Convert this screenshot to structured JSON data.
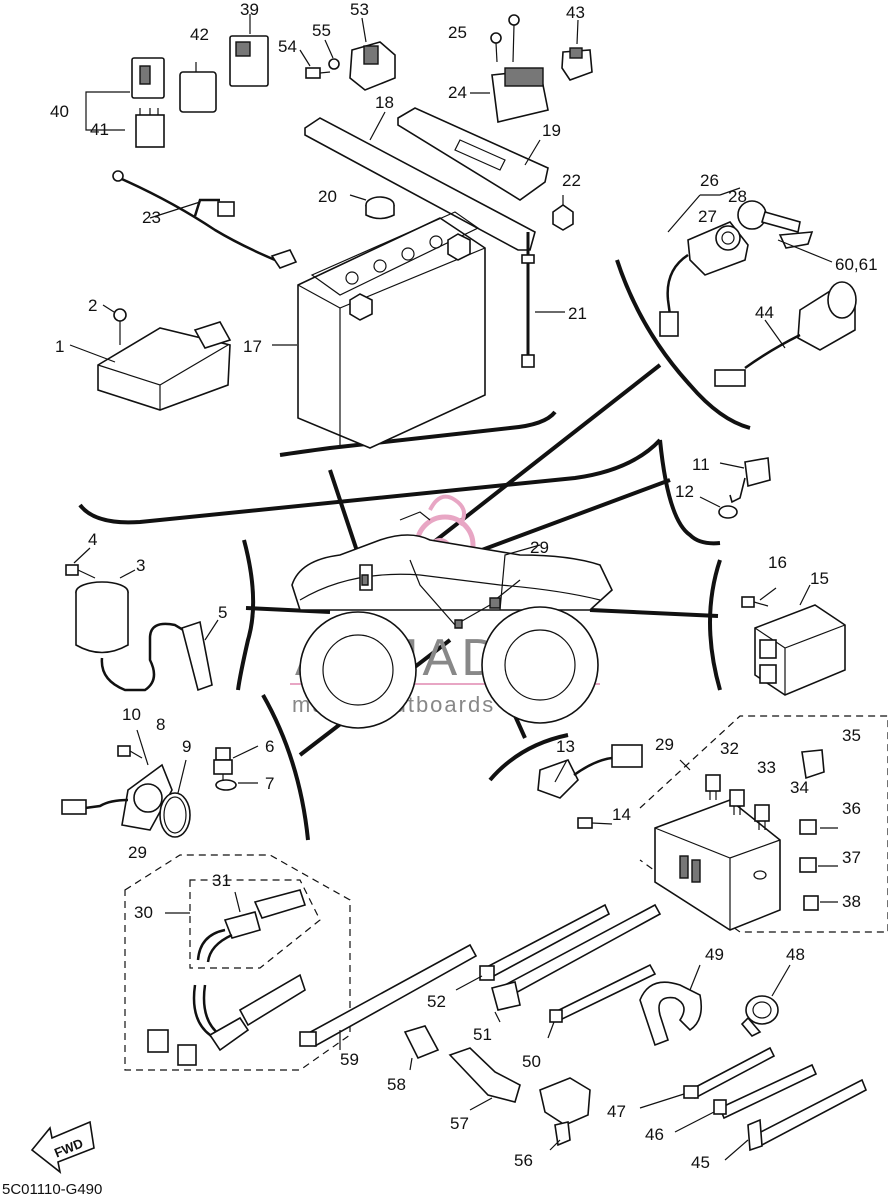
{
  "diagram": {
    "code": "5C01110-G490",
    "watermark_brand": "ARMADA",
    "watermark_sub": "marine outboards",
    "fwd_label": "FWD"
  },
  "labels": [
    {
      "id": "40",
      "text": "40"
    },
    {
      "id": "41",
      "text": "41"
    },
    {
      "id": "42",
      "text": "42"
    },
    {
      "id": "39",
      "text": "39"
    },
    {
      "id": "54",
      "text": "54"
    },
    {
      "id": "55",
      "text": "55"
    },
    {
      "id": "53",
      "text": "53"
    },
    {
      "id": "25",
      "text": "25"
    },
    {
      "id": "24",
      "text": "24"
    },
    {
      "id": "43",
      "text": "43"
    },
    {
      "id": "18",
      "text": "18"
    },
    {
      "id": "19",
      "text": "19"
    },
    {
      "id": "20",
      "text": "20"
    },
    {
      "id": "22",
      "text": "22"
    },
    {
      "id": "23",
      "text": "23"
    },
    {
      "id": "26",
      "text": "26"
    },
    {
      "id": "27",
      "text": "27"
    },
    {
      "id": "28",
      "text": "28"
    },
    {
      "id": "6061",
      "text": "60,61"
    },
    {
      "id": "2",
      "text": "2"
    },
    {
      "id": "1",
      "text": "1"
    },
    {
      "id": "17",
      "text": "17"
    },
    {
      "id": "21",
      "text": "21"
    },
    {
      "id": "44",
      "text": "44"
    },
    {
      "id": "11",
      "text": "11"
    },
    {
      "id": "12",
      "text": "12"
    },
    {
      "id": "4",
      "text": "4"
    },
    {
      "id": "3",
      "text": "3"
    },
    {
      "id": "5",
      "text": "5"
    },
    {
      "id": "29a",
      "text": "29"
    },
    {
      "id": "16",
      "text": "16"
    },
    {
      "id": "15",
      "text": "15"
    },
    {
      "id": "10",
      "text": "10"
    },
    {
      "id": "8",
      "text": "8"
    },
    {
      "id": "9",
      "text": "9"
    },
    {
      "id": "6",
      "text": "6"
    },
    {
      "id": "7",
      "text": "7"
    },
    {
      "id": "13",
      "text": "13"
    },
    {
      "id": "29b",
      "text": "29"
    },
    {
      "id": "32",
      "text": "32"
    },
    {
      "id": "33",
      "text": "33"
    },
    {
      "id": "35",
      "text": "35"
    },
    {
      "id": "34",
      "text": "34"
    },
    {
      "id": "14",
      "text": "14"
    },
    {
      "id": "36",
      "text": "36"
    },
    {
      "id": "37",
      "text": "37"
    },
    {
      "id": "38",
      "text": "38"
    },
    {
      "id": "29c",
      "text": "29"
    },
    {
      "id": "31",
      "text": "31"
    },
    {
      "id": "30",
      "text": "30"
    },
    {
      "id": "49",
      "text": "49"
    },
    {
      "id": "48",
      "text": "48"
    },
    {
      "id": "52",
      "text": "52"
    },
    {
      "id": "51",
      "text": "51"
    },
    {
      "id": "50",
      "text": "50"
    },
    {
      "id": "59",
      "text": "59"
    },
    {
      "id": "58",
      "text": "58"
    },
    {
      "id": "57",
      "text": "57"
    },
    {
      "id": "47",
      "text": "47"
    },
    {
      "id": "46",
      "text": "46"
    },
    {
      "id": "56",
      "text": "56"
    },
    {
      "id": "45",
      "text": "45"
    }
  ]
}
